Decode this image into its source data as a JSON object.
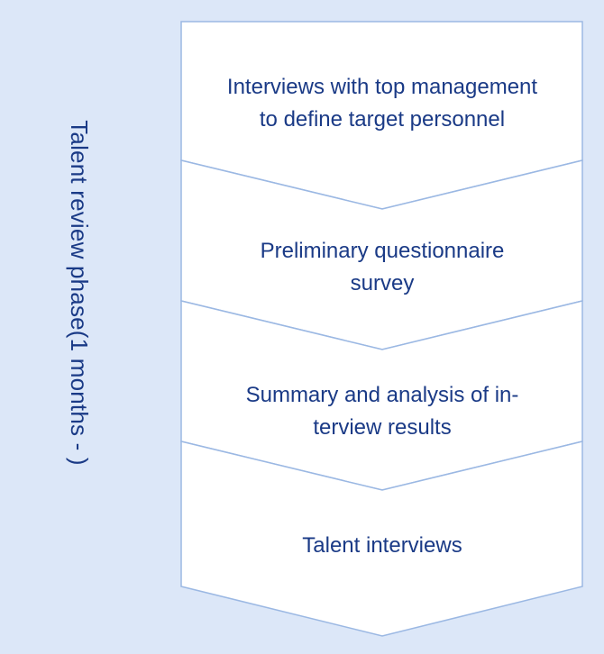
{
  "phase_label": "Talent review phase(1 months - )",
  "steps": [
    {
      "lines": [
        "Interviews with top management",
        "to define target personnel"
      ]
    },
    {
      "lines": [
        "Preliminary questionnaire",
        "survey"
      ]
    },
    {
      "lines": [
        "Summary and analysis of in-",
        "terview results"
      ]
    },
    {
      "lines": [
        "Talent interviews"
      ]
    }
  ],
  "colors": {
    "background": "#dce7f8",
    "shape_fill": "#ffffff",
    "shape_stroke": "#9bb8e3",
    "text": "#1a3a86"
  }
}
